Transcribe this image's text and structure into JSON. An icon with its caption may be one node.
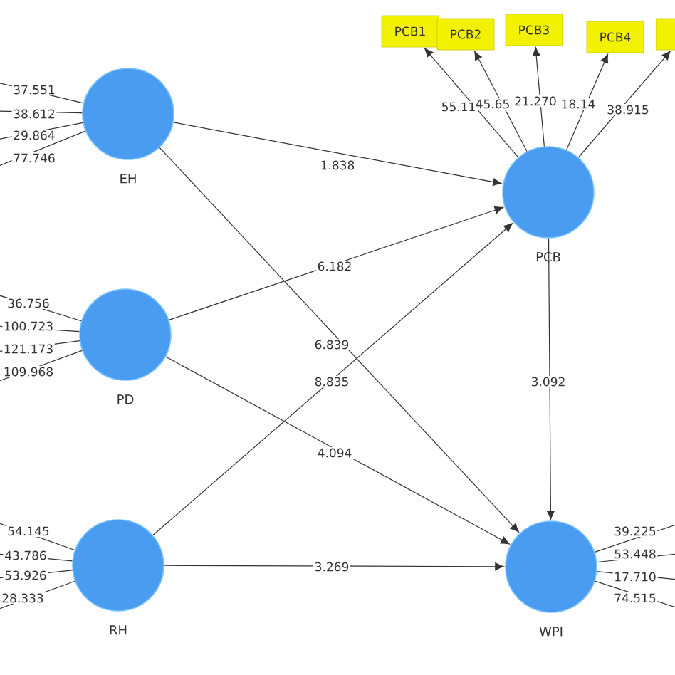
{
  "diagram": {
    "nodes": [
      {
        "text": [
          "EH"
        ]
      },
      {
        "text": [
          "PD"
        ]
      },
      {
        "text": [
          "RH"
        ]
      },
      {
        "text": [
          "PCB"
        ]
      },
      {
        "text": [
          "WPI"
        ]
      },
      {
        "text": [
          "PCB1"
        ]
      },
      {
        "text": [
          "PCB2"
        ]
      },
      {
        "text": [
          "PCB3"
        ]
      },
      {
        "text": [
          "PCB4"
        ]
      },
      {
        "text": [],
        "shape": "box"
      }
    ],
    "edges": [
      {
        "from": 0,
        "to": 3,
        "arrow": "to",
        "label": "1.838"
      },
      {
        "from": 0,
        "to": 4,
        "arrow": "to",
        "label": "6.839"
      },
      {
        "from": 1,
        "to": 3,
        "arrow": "to",
        "label": "6.182"
      },
      {
        "from": 1,
        "to": 4,
        "arrow": "to",
        "label": "4.094"
      },
      {
        "from": 2,
        "to": 3,
        "arrow": "to",
        "label": "8.835"
      },
      {
        "from": 2,
        "to": 4,
        "arrow": "to",
        "label": "3.269"
      },
      {
        "from": 3,
        "to": 4,
        "arrow": "to",
        "label": "3.092"
      },
      {
        "from": 3,
        "to": 5,
        "arrow": "to",
        "label": "55.11"
      },
      {
        "from": 3,
        "to": 6,
        "arrow": "to",
        "label": "45.65"
      },
      {
        "from": 3,
        "to": 7,
        "arrow": "to",
        "label": "21.270"
      },
      {
        "from": 3,
        "to": 8,
        "arrow": "to",
        "label": "18.14"
      },
      {
        "from": 3,
        "to": 9,
        "arrow": "to",
        "label": "38.915"
      },
      {
        "from": 0,
        "to": null,
        "arrow": "none",
        "label": "37.551"
      },
      {
        "from": 0,
        "to": null,
        "arrow": "none",
        "label": "38.612"
      },
      {
        "from": 0,
        "to": null,
        "arrow": "none",
        "label": "29.864"
      },
      {
        "from": 0,
        "to": null,
        "arrow": "none",
        "label": "77.746"
      },
      {
        "from": 1,
        "to": null,
        "arrow": "none",
        "label": "36.756"
      },
      {
        "from": 1,
        "to": null,
        "arrow": "none",
        "label": "100.723"
      },
      {
        "from": 1,
        "to": null,
        "arrow": "none",
        "label": "121.173"
      },
      {
        "from": 1,
        "to": null,
        "arrow": "none",
        "label": "109.968"
      },
      {
        "from": 2,
        "to": null,
        "arrow": "none",
        "label": "54.145"
      },
      {
        "from": 2,
        "to": null,
        "arrow": "none",
        "label": "43.786"
      },
      {
        "from": 2,
        "to": null,
        "arrow": "none",
        "label": "53.926"
      },
      {
        "from": 2,
        "to": null,
        "arrow": "none",
        "label": "28.333"
      },
      {
        "from": 4,
        "to": null,
        "arrow": "none",
        "label": "39.225"
      },
      {
        "from": 4,
        "to": null,
        "arrow": "none",
        "label": "53.448"
      },
      {
        "from": 4,
        "to": null,
        "arrow": "none",
        "label": "17.710"
      },
      {
        "from": 4,
        "to": null,
        "arrow": "none",
        "label": "74.515"
      }
    ]
  }
}
